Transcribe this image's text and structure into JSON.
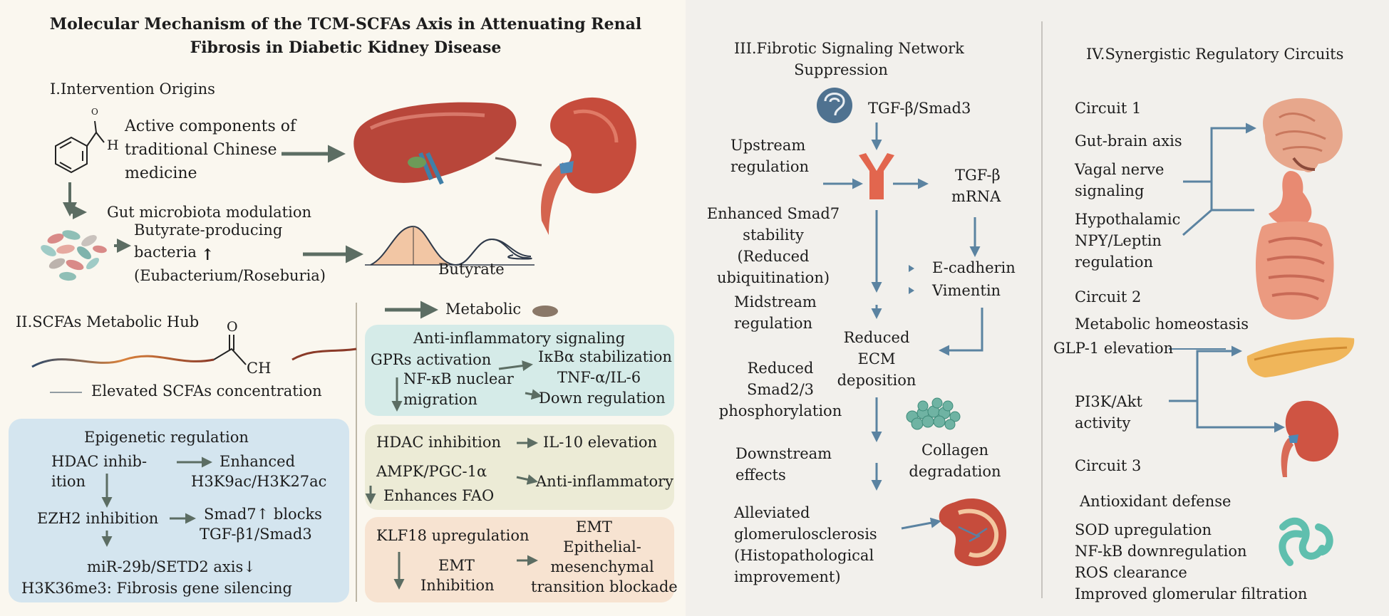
{
  "title": {
    "line1": "Molecular Mechanism of the TCM-SCFAs Axis in Attenuating Renal",
    "line2": "Fibrosis in Diabetic Kidney Disease"
  },
  "section1": {
    "heading": "I.Intervention Origins",
    "aldehyde_h": "H",
    "aldehyde_o": "O",
    "active_components": [
      "Active components of",
      "traditional Chinese",
      "medicine"
    ],
    "gut_modulation": "Gut microbiota modulation",
    "butyrate_bacteria": [
      "Butyrate-producing",
      "bacteria",
      "(Eubacterium/Roseburia)"
    ],
    "up_arrow": "↑",
    "butyrate": "Butyrate"
  },
  "section2": {
    "heading": "II.SCFAs Metabolic Hub",
    "carbonyl_o": "O",
    "carbonyl_ch": "CH",
    "elevated": "Elevated SCFAs concentration",
    "epigenetic": {
      "title": "Epigenetic regulation",
      "hdac": [
        "HDAC inhib-",
        "ition"
      ],
      "enhanced": [
        "Enhanced",
        "H3K9ac/H3K27ac"
      ],
      "ezh2": "EZH2 inhibition",
      "smad7": [
        "Smad7↑ blocks",
        "TGF-β1/Smad3"
      ],
      "mir": "miR-29b/SETD2 axis↓",
      "h3k36": "H3K36me3: Fibrosis gene silencing"
    },
    "metabolic": "Metabolic",
    "anti_inflammatory": {
      "title": "Anti-inflammatory signaling",
      "gprs": "GPRs activation",
      "ikba": "IκBα stabilization",
      "nfkb": [
        "NF-κB nuclear",
        "migration"
      ],
      "tnf": "TNF-α/IL-6",
      "down": "Down regulation"
    },
    "hdac_box": {
      "hdac": "HDAC inhibition",
      "il10": "IL-10 elevation",
      "ampk": "AMPK/PGC-1α",
      "anti": "Anti-inflammatory",
      "fao": "Enhances FAO"
    },
    "klf_box": {
      "klf": "KLF18 upregulation",
      "emt_top": "EMT",
      "emt_desc": [
        "Epithelial-",
        "mesenchymal",
        "transition blockade"
      ],
      "emt_inhib": [
        "EMT",
        "Inhibition"
      ]
    }
  },
  "section3": {
    "heading": [
      "III.Fibrotic Signaling Network",
      "Suppression"
    ],
    "tgf_smad3": "TGF-β/Smad3",
    "upstream": [
      "Upstream",
      "regulation"
    ],
    "tgf_mrna": [
      "TGF-β",
      "mRNA"
    ],
    "smad7": [
      "Enhanced Smad7",
      "stability",
      "(Reduced",
      "ubiquitination)"
    ],
    "ecad": [
      "E-cadherin",
      "Vimentin"
    ],
    "midstream": [
      "Midstream",
      "regulation"
    ],
    "ecm": [
      "Reduced",
      "ECM",
      "deposition"
    ],
    "smad23": [
      "Reduced",
      "Smad2/3",
      "phosphorylation"
    ],
    "downstream": [
      "Downstream",
      "effects"
    ],
    "collagen": [
      "Collagen",
      "degradation"
    ],
    "alleviated": [
      "Alleviated",
      "glomerulosclerosis",
      "(Histopathological",
      "improvement)"
    ]
  },
  "section4": {
    "heading": "IV.Synergistic Regulatory Circuits",
    "circuit1": "Circuit 1",
    "gut_brain": "Gut-brain axis",
    "vagal": [
      "Vagal nerve",
      "signaling"
    ],
    "hypothalamic": [
      "Hypothalamic",
      "NPY/Leptin",
      "regulation"
    ],
    "circuit2": "Circuit 2",
    "metabolic_homeo": "Metabolic homeostasis",
    "glp1": "GLP-1 elevation",
    "pi3k": [
      "PI3K/Akt",
      "activity"
    ],
    "circuit3": "Circuit 3",
    "antioxidant": "Antioxidant defense",
    "list": [
      "SOD upregulation",
      "NF-kB downregulation",
      "ROS clearance",
      "Improved glomerular filtration"
    ]
  },
  "colors": {
    "arrow": "#5c6d63",
    "right_arrow": "#5b83a1",
    "blue_box": "#d4e5ef",
    "teal_box": "#d5ebe8",
    "yellow_box": "#ecebd6",
    "orange_box": "#f7e3d1",
    "kidney": "#c64c3c",
    "liver": "#b8463a",
    "receptor": "#e2664e"
  },
  "icons": [
    "benzaldehyde-structure",
    "liver-icon",
    "kidney-icon",
    "bacteria-cluster-icon",
    "butyrate-curve-icon",
    "scfa-chain-icon",
    "receptor-icon",
    "collagen-icon",
    "brain-icon",
    "stomach-intestine-icon",
    "pancreas-icon",
    "antioxidant-ribbon-icon"
  ]
}
